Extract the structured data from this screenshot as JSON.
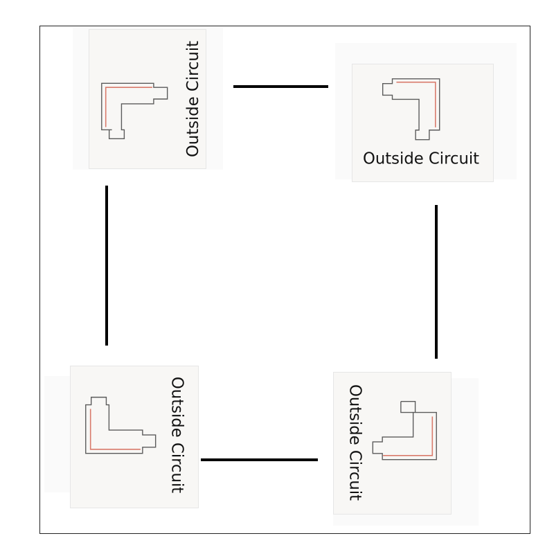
{
  "tiles": [
    {
      "label": "Outside Circuit"
    },
    {
      "label": "Outside Circuit"
    },
    {
      "label": "Outside Circuit"
    },
    {
      "label": "Outside Circuit"
    }
  ],
  "colors": {
    "connector_outline": "#5a5a5a",
    "circuit_line": "#d97a6b",
    "connector_line": "#000000",
    "tile_background": "#f8f7f5"
  },
  "icons": [
    "l-connector-icon",
    "l-connector-icon",
    "l-connector-icon",
    "l-connector-icon"
  ]
}
